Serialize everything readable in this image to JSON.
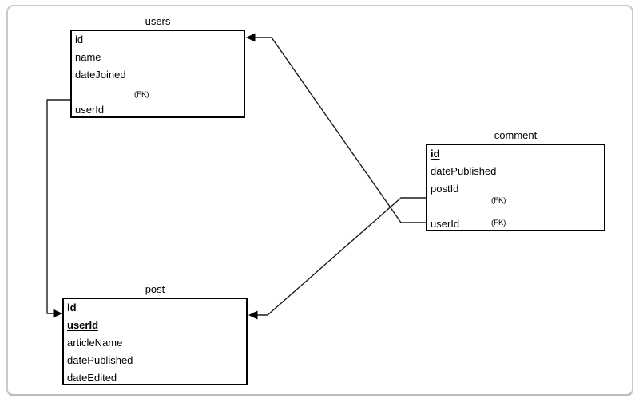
{
  "diagram": {
    "tables": {
      "users": {
        "title": "users",
        "fields": {
          "id": "id",
          "name": "name",
          "dateJoined": "dateJoined",
          "userId": "userId"
        },
        "fk_label": "(FK)"
      },
      "comment": {
        "title": "comment",
        "fields": {
          "id": "id",
          "datePublished": "datePublished",
          "postId": "postId",
          "userId": "userId"
        },
        "postId_fk_label": "(FK)",
        "userId_fk_label": "(FK)"
      },
      "post": {
        "title": "post",
        "fields": {
          "id": "id",
          "userId": "userId",
          "articleName": "articleName",
          "datePublished": "datePublished",
          "dateEdited": "dateEdited"
        }
      }
    },
    "relationships": [
      {
        "from": "users.userId",
        "to": "post.id"
      },
      {
        "from": "comment.userId",
        "to": "users.id"
      },
      {
        "from": "comment.postId",
        "to": "post.id"
      }
    ],
    "colors": {
      "box_border": "#000000",
      "connector": "#1c1c1c",
      "frame_border": "#c9c9c9",
      "background": "#ffffff"
    }
  }
}
